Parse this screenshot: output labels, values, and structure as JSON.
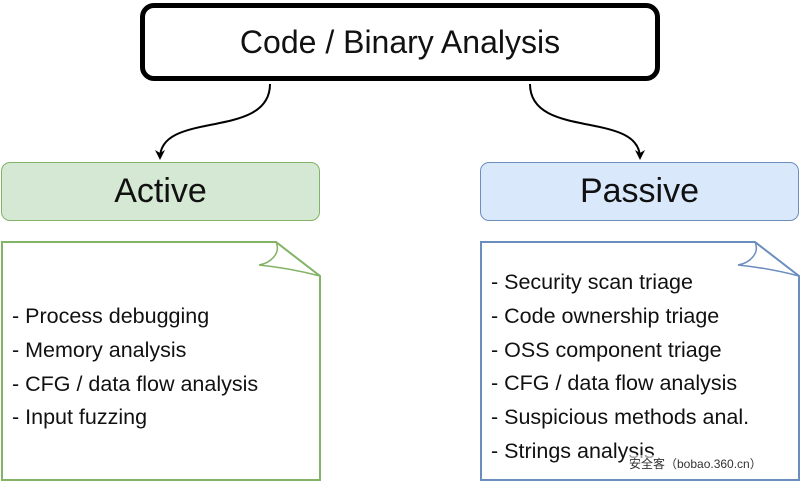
{
  "diagram": {
    "root": {
      "label": "Code / Binary Analysis"
    },
    "active": {
      "label": "Active",
      "items": [
        "- Process debugging",
        "- Memory analysis",
        "- CFG / data flow analysis",
        "- Input fuzzing"
      ],
      "fill": "#d5e8d4",
      "stroke": "#82b366"
    },
    "passive": {
      "label": "Passive",
      "items": [
        "- Security scan triage",
        "- Code ownership triage",
        "- OSS component triage",
        "- CFG / data flow analysis",
        "- Suspicious methods anal.",
        "- Strings analysis"
      ],
      "fill": "#dae8fc",
      "stroke": "#6c8ebf"
    },
    "edges": [
      {
        "from": "Code / Binary Analysis",
        "to": "Active"
      },
      {
        "from": "Code / Binary Analysis",
        "to": "Passive"
      }
    ]
  },
  "watermark": "安全客（bobao.360.cn）"
}
